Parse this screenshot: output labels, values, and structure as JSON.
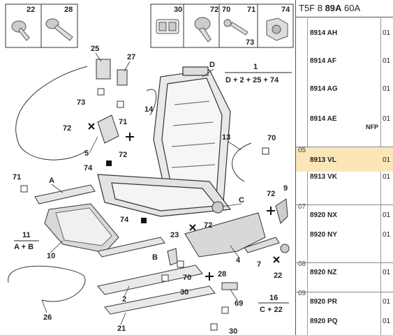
{
  "header": {
    "prefix": "T5F 8 ",
    "bold": "89A",
    "suffix": " 60A"
  },
  "top_parts": [
    "22",
    "28",
    "30",
    "72",
    "70",
    "71",
    "74",
    "73"
  ],
  "callouts": {
    "c25": "25",
    "c27": "27",
    "c73a": "73",
    "c71a": "71",
    "c14": "14",
    "c72a": "72",
    "c5": "5",
    "c72b": "72",
    "c74a": "74",
    "cD": "D",
    "c1": "1",
    "c1f": "D + 2 + 25 + 74",
    "c13": "13",
    "c70a": "70",
    "c71b": "71",
    "cA": "A",
    "c11": "11",
    "c11f": "A + B",
    "c10": "10",
    "c74b": "74",
    "c72c": "72",
    "c9": "9",
    "c72d": "72",
    "cC": "C",
    "c23": "23",
    "c70b": "70",
    "cB": "B",
    "c30a": "30",
    "c4": "4",
    "c7": "7",
    "c22": "22",
    "c28": "28",
    "c69": "69",
    "c16": "16",
    "c16f": "C + 22",
    "c2": "2",
    "c26": "26",
    "c21": "21",
    "c30b": "30"
  },
  "parts_list": [
    {
      "group": "",
      "ref": "8914 AH",
      "qty": "01",
      "note": ""
    },
    {
      "group": "",
      "ref": "8914 AF",
      "qty": "01",
      "note": ""
    },
    {
      "group": "",
      "ref": "8914 AG",
      "qty": "01",
      "note": ""
    },
    {
      "group": "",
      "ref": "8914 AE",
      "qty": "01",
      "note": "NFP"
    },
    {
      "group": "05",
      "ref": "8913 VL",
      "qty": "01",
      "note": ""
    },
    {
      "group": "",
      "ref": "8913 VK",
      "qty": "01",
      "note": ""
    },
    {
      "group": "07",
      "ref": "8920 NX",
      "qty": "01",
      "note": ""
    },
    {
      "group": "",
      "ref": "8920 NY",
      "qty": "01",
      "note": ""
    },
    {
      "group": "08",
      "ref": "8920 NZ",
      "qty": "01",
      "note": ""
    },
    {
      "group": "09",
      "ref": "8920 PR",
      "qty": "01",
      "note": ""
    },
    {
      "group": "",
      "ref": "8920 PQ",
      "qty": "01",
      "note": ""
    }
  ],
  "highlight_color": "#fbe6b8"
}
